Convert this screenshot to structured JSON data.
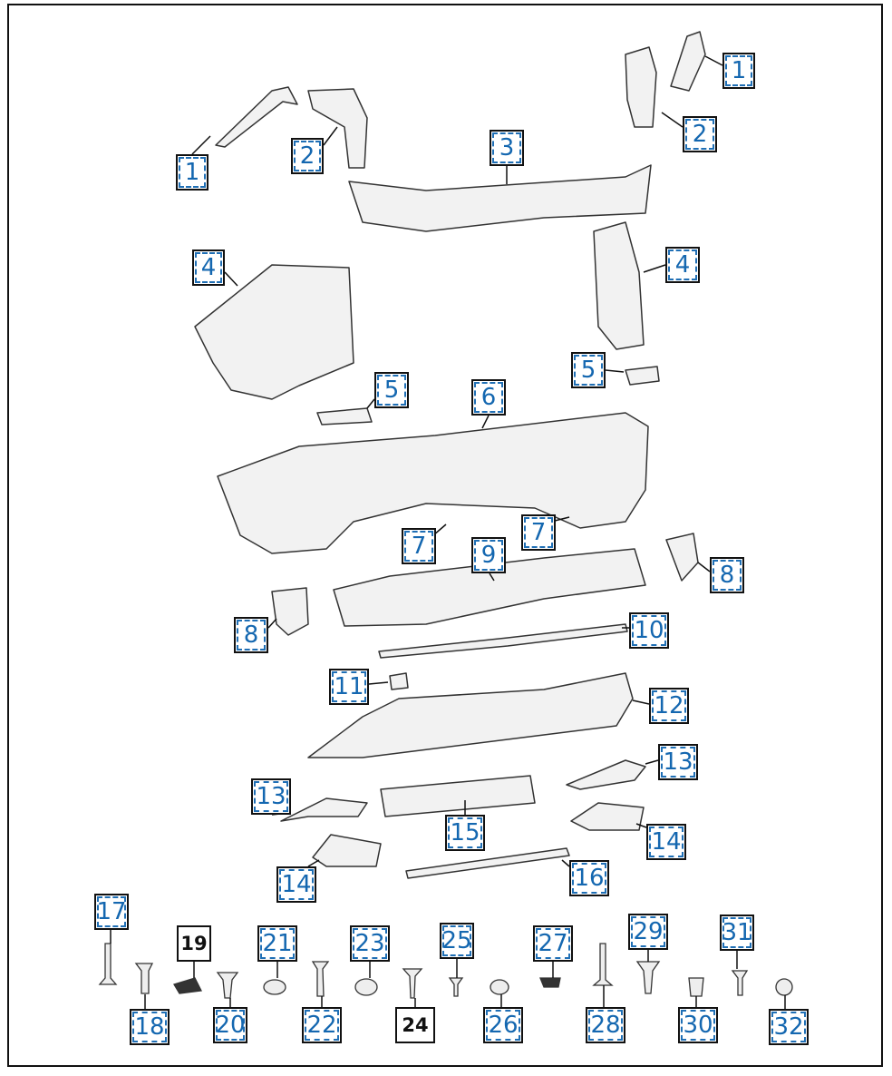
{
  "diagram_title": "",
  "callouts": {
    "c1a": "1",
    "c1b": "1",
    "c2a": "2",
    "c2b": "2",
    "c3": "3",
    "c4a": "4",
    "c4b": "4",
    "c5a": "5",
    "c5b": "5",
    "c6": "6",
    "c7a": "7",
    "c7b": "7",
    "c8a": "8",
    "c8b": "8",
    "c9": "9",
    "c10": "10",
    "c11": "11",
    "c12": "12",
    "c13a": "13",
    "c13b": "13",
    "c14a": "14",
    "c14b": "14",
    "c15": "15",
    "c16": "16",
    "c17": "17",
    "c18": "18",
    "c19": "19",
    "c20": "20",
    "c21": "21",
    "c22": "22",
    "c23": "23",
    "c24": "24",
    "c25": "25",
    "c26": "26",
    "c27": "27",
    "c28": "28",
    "c29": "29",
    "c30": "30",
    "c31": "31",
    "c32": "32"
  },
  "colors": {
    "callout_text": "#1467b0",
    "callout_dash": "#1f6fb5",
    "line": "#111111"
  }
}
